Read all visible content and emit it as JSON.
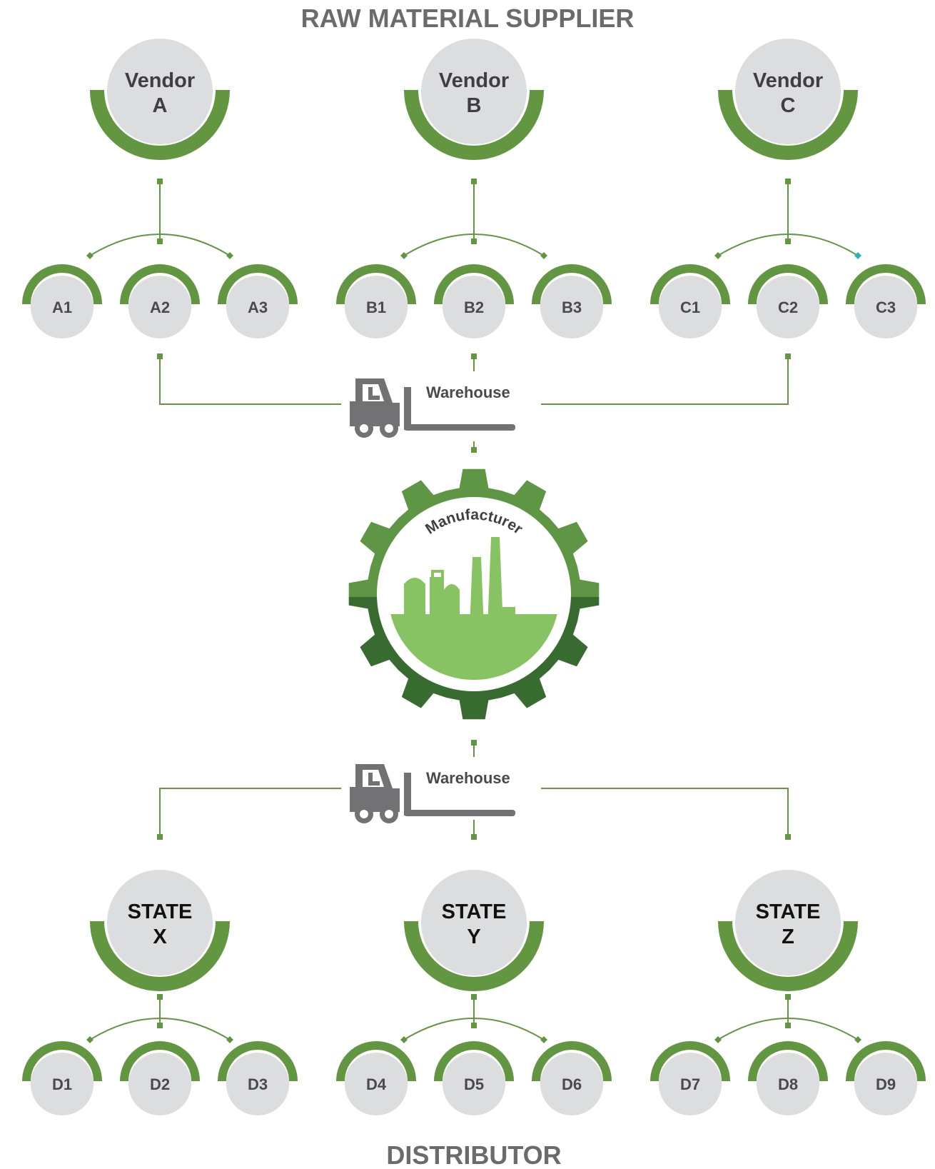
{
  "diagram": {
    "top_heading": "RAW MATERIAL SUPPLIER",
    "bottom_heading": "DISTRIBUTOR",
    "colors": {
      "green": "#629641",
      "gear_light": "#5e9645",
      "gear_dark": "#386b2f",
      "factory_green": "#88c363",
      "circle_gray": "#dcdddf",
      "text_gray": "#4a4a4c",
      "forklift_gray": "#727275",
      "accent_teal": "#2ab5b5"
    },
    "vendors": [
      {
        "line1": "Vendor",
        "line2": "A",
        "children": [
          "A1",
          "A2",
          "A3"
        ]
      },
      {
        "line1": "Vendor",
        "line2": "B",
        "children": [
          "B1",
          "B2",
          "B3"
        ]
      },
      {
        "line1": "Vendor",
        "line2": "C",
        "children": [
          "C1",
          "C2",
          "C3"
        ]
      }
    ],
    "warehouse_top": {
      "label": "Warehouse",
      "icon": "forklift-icon"
    },
    "manufacturer": {
      "label": "Manufacturer",
      "icon": "factory-icon"
    },
    "warehouse_bottom": {
      "label": "Warehouse",
      "icon": "forklift-icon"
    },
    "states": [
      {
        "line1": "STATE",
        "line2": "X",
        "children": [
          "D1",
          "D2",
          "D3"
        ]
      },
      {
        "line1": "STATE",
        "line2": "Y",
        "children": [
          "D4",
          "D5",
          "D6"
        ]
      },
      {
        "line1": "STATE",
        "line2": "Z",
        "children": [
          "D7",
          "D8",
          "D9"
        ]
      }
    ]
  }
}
